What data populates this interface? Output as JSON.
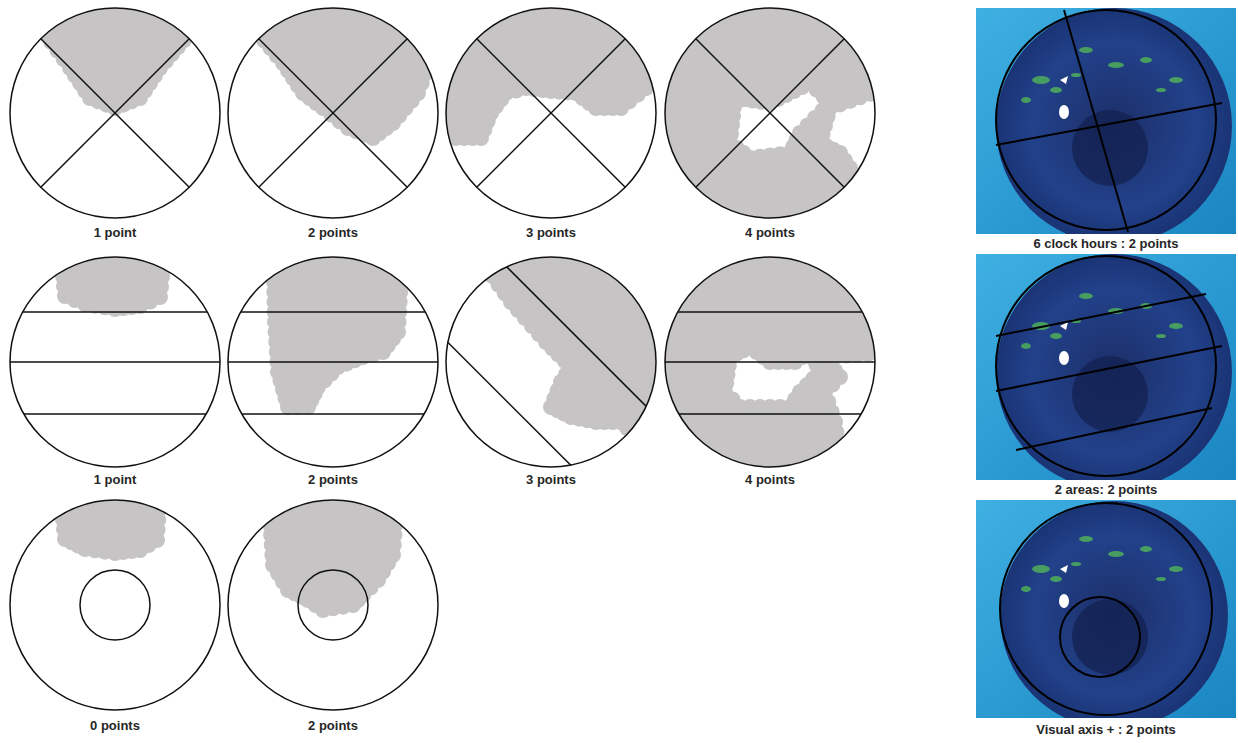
{
  "diagram": {
    "labels": [
      "1 point",
      "2 points",
      "3 points",
      "4 points",
      "6 clock hours : 2 points",
      "1 point",
      "2 points",
      "3 points",
      "4 points",
      "2 areas: 2 points",
      "0 points",
      "2 points",
      "Visual axis + : 2 points"
    ]
  }
}
